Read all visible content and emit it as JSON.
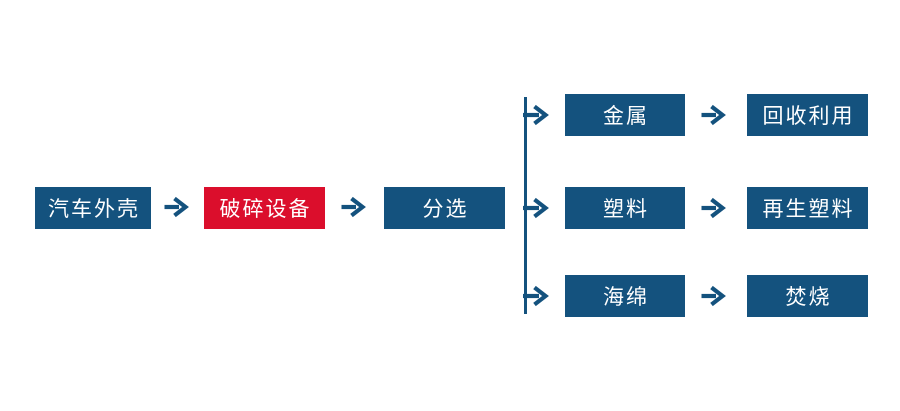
{
  "colors": {
    "primary_blue": "#14527E",
    "accent_red": "#DB0E2C",
    "text_on_fill": "#FFFFFF",
    "background": "#FFFFFF"
  },
  "icons": {
    "arrow_right": "→"
  },
  "flowchart": {
    "main_nodes": [
      {
        "label": "汽车外壳",
        "variant": "blue"
      },
      {
        "label": "破碎设备",
        "variant": "red"
      },
      {
        "label": "分选",
        "variant": "blue"
      }
    ],
    "branches": [
      {
        "material": "金属",
        "disposal": "回收利用"
      },
      {
        "material": "塑料",
        "disposal": "再生塑料"
      },
      {
        "material": "海绵",
        "disposal": "焚烧"
      }
    ]
  }
}
